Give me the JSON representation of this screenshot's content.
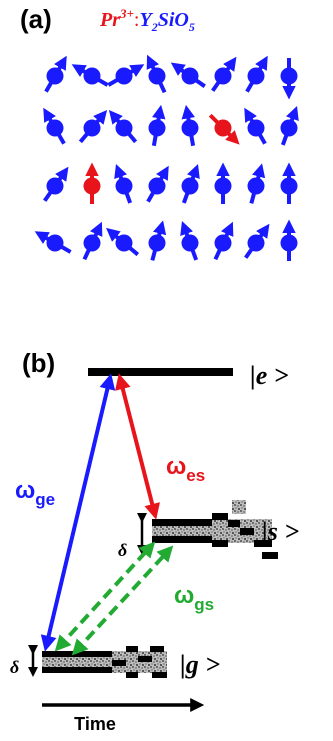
{
  "panel_a": {
    "label": "(a)",
    "title_ion": "Pr",
    "title_charge": "3+",
    "title_sep": ":",
    "title_host_y": "Y",
    "title_host_y_sub": "2",
    "title_host_si": "SiO",
    "title_host_o_sub": "5",
    "ion_color": "#e8141b",
    "host_color": "#1a1aff"
  },
  "panel_b": {
    "label": "(b)",
    "state_e": "|e >",
    "state_s": "|s >",
    "state_g": "|g >",
    "omega_ge": "ω",
    "omega_ge_sub": "ge",
    "omega_es": "ω",
    "omega_es_sub": "es",
    "omega_gs": "ω",
    "omega_gs_sub": "gs",
    "delta_s": "δ",
    "delta_g": "δ",
    "time_label": "Time",
    "color_ge": "#1a1aff",
    "color_es": "#e8141b",
    "color_gs": "#22aa33"
  }
}
